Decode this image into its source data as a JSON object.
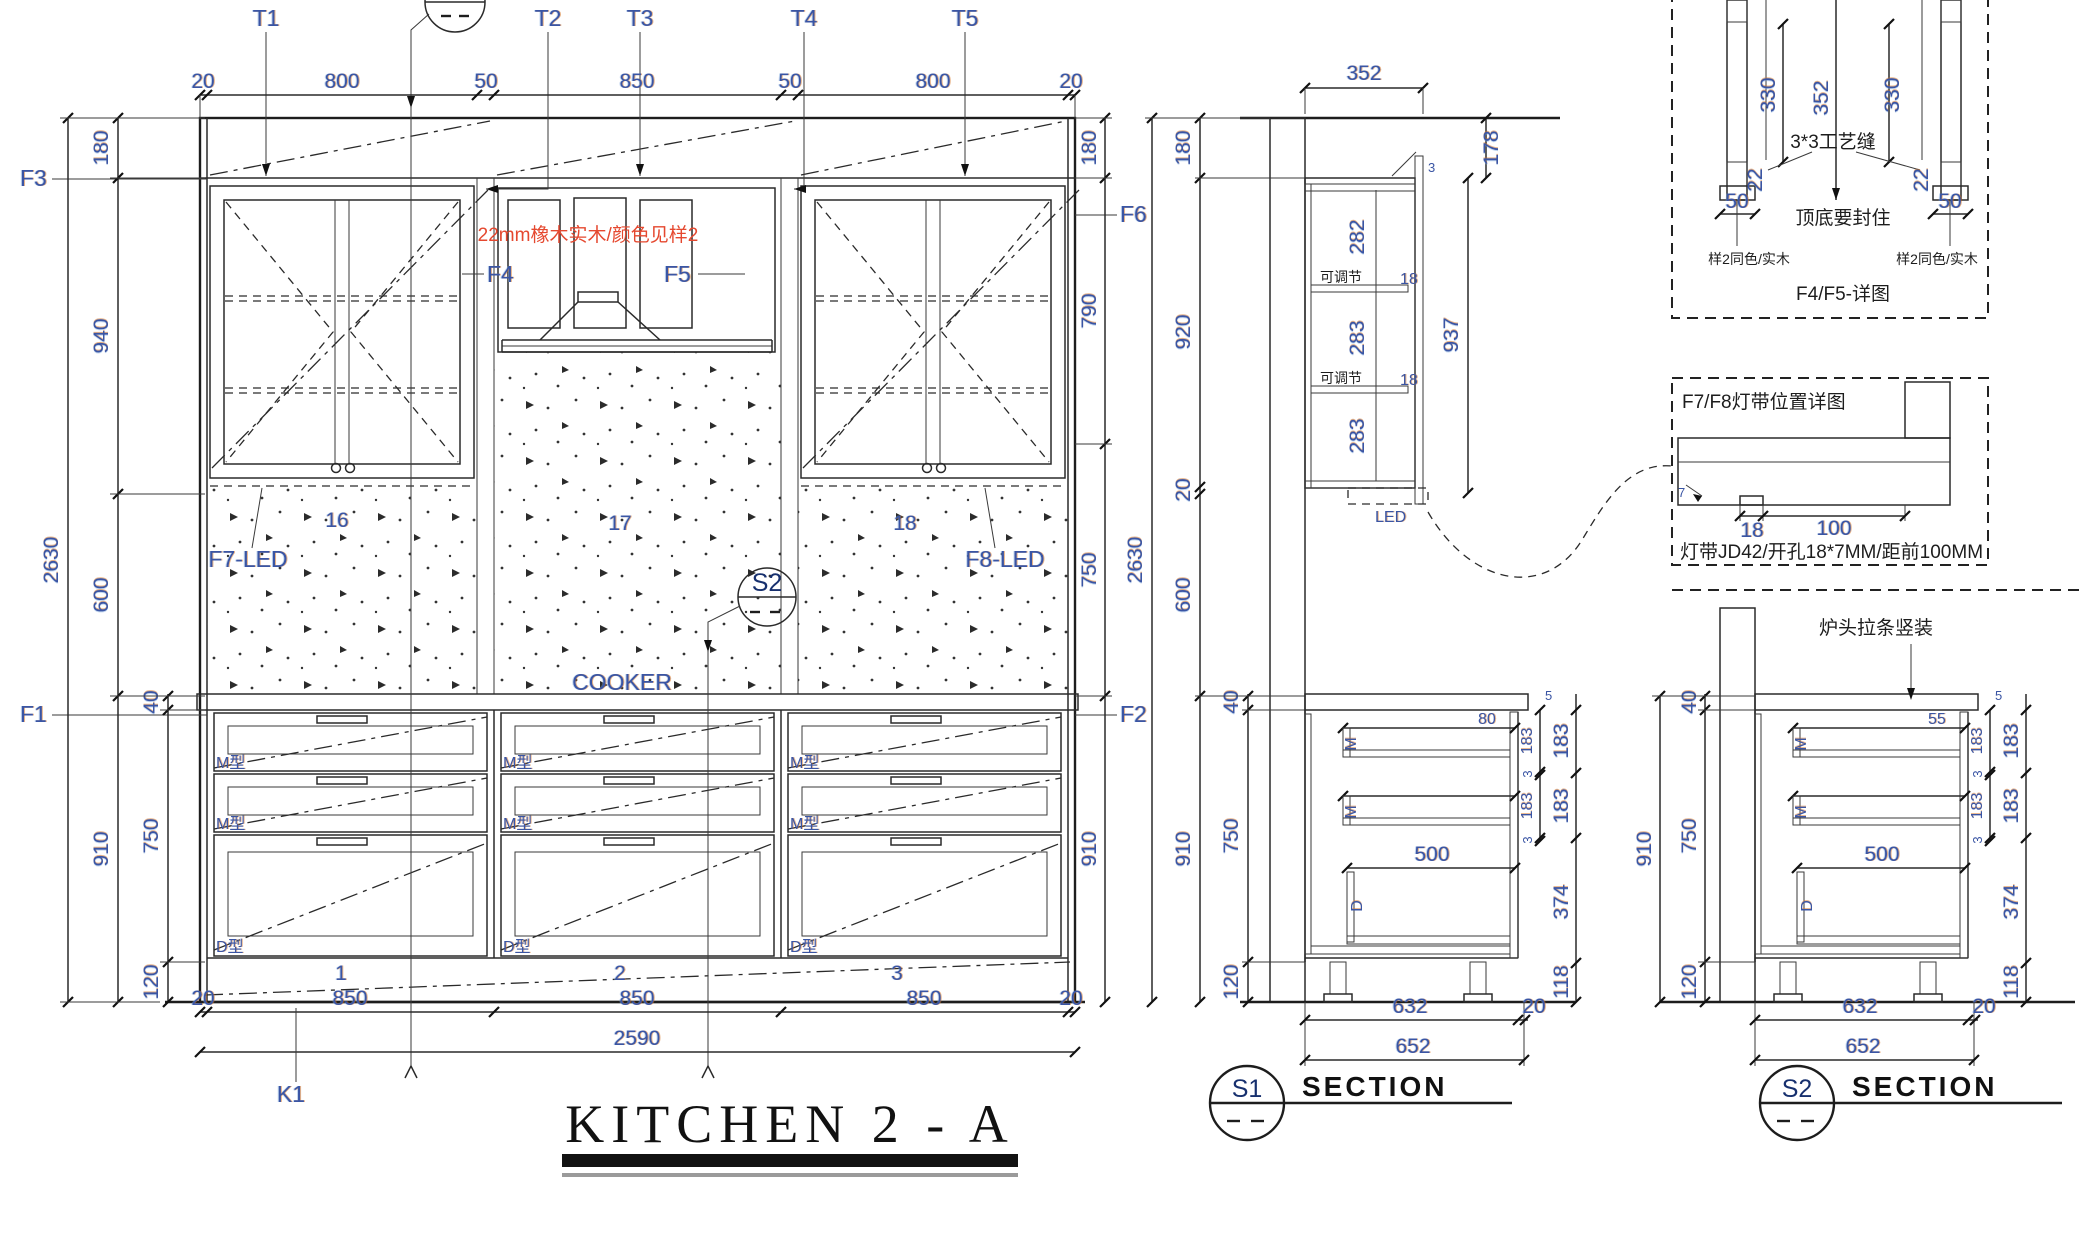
{
  "palette": {
    "line": "#2a2a2a",
    "dim": "#3a55a4",
    "red": "#e5482f",
    "text": "#1d1d1d"
  },
  "elevation": {
    "title": "KITCHEN 2 - A",
    "top_labels": [
      "T1",
      "T2",
      "T3",
      "T4",
      "T5"
    ],
    "top_dims": [
      "20",
      "800",
      "50",
      "850",
      "50",
      "800",
      "20"
    ],
    "left_overall": "2630",
    "left_segments": [
      "180",
      "940",
      "600"
    ],
    "base_overall": "910",
    "base_segments": [
      "40",
      "750",
      "120"
    ],
    "right_segments": [
      "180",
      "790",
      "750"
    ],
    "right_base_overall": "910",
    "bottom_dims": [
      "20",
      "850",
      "850",
      "850",
      "20"
    ],
    "bottom_total": "2590",
    "plinth_label": "K1",
    "bay_numbers": [
      "1",
      "2",
      "3"
    ],
    "splash_numbers": [
      "16",
      "17",
      "18"
    ],
    "fittings": {
      "f1": "F1",
      "f2": "F2",
      "f3": "F3",
      "f4": "F4",
      "f5": "F5",
      "f6": "F6"
    },
    "led_left": "F7-LED",
    "led_right": "F8-LED",
    "red_note": "22mm橡木实木/颜色见样2",
    "cooker": "COOKER",
    "drawer_m": "M型",
    "drawer_d": "D型",
    "cut1": "S1",
    "cut2": "S2"
  },
  "s1": {
    "depth": "352",
    "overall": "2630",
    "segments": [
      "180",
      "920",
      "20",
      "600"
    ],
    "base_overall": "910",
    "base_segments": [
      "40",
      "750",
      "120"
    ],
    "soffit": "178",
    "inner_h": "937",
    "gap": "3",
    "comps": [
      "282",
      "283",
      "283"
    ],
    "shelf": "18",
    "adj": "可调节",
    "led": "LED",
    "counter_gap": "80",
    "id": "S1",
    "section": "SECTION"
  },
  "s2": {
    "note": "炉头拉条竖装",
    "base_overall": "910",
    "base_segments": [
      "40",
      "750",
      "120"
    ],
    "counter_gap": "55",
    "id": "S2",
    "section": "SECTION"
  },
  "cab": {
    "tiny": "5",
    "colA": [
      "183",
      "3",
      "183",
      "3"
    ],
    "colB": [
      "183",
      "183",
      "374",
      "118"
    ],
    "d_width": "500",
    "m": "M",
    "d": "D",
    "bottom": [
      "632",
      "20"
    ],
    "total": "652"
  },
  "f4f5": {
    "dims": [
      "330",
      "352",
      "330"
    ],
    "seam": "3*3工艺缝",
    "edge": "22",
    "end": "50",
    "seal": "顶底要封住",
    "side": "样2同色/实木",
    "title": "F4/F5-详图"
  },
  "f7f8": {
    "title": "F7/F8灯带位置详图",
    "depth": "7",
    "w": "18",
    "off": "100",
    "note": "灯带JD42/开孔18*7MM/距前100MM"
  }
}
